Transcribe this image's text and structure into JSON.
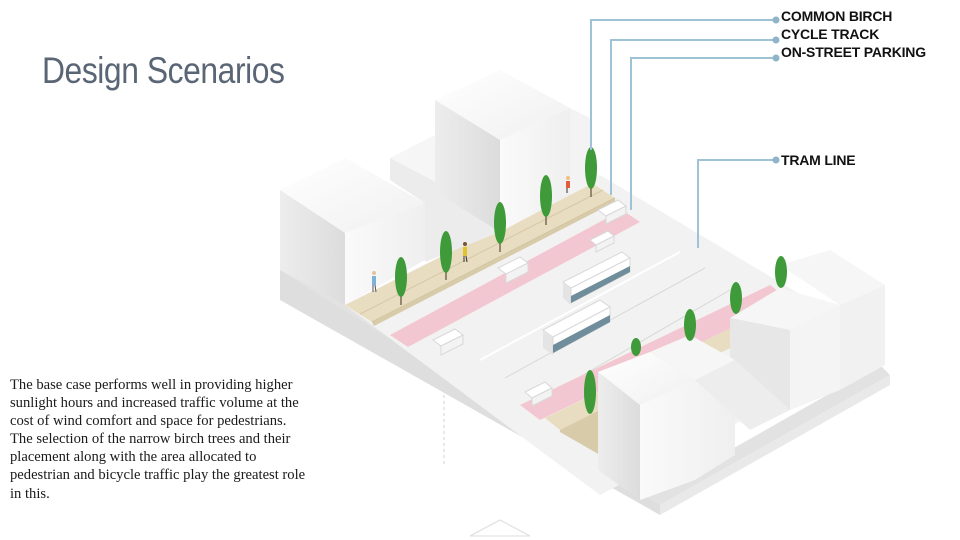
{
  "slide": {
    "title": "Design Scenarios",
    "description": "The base case performs well in providing higher sunlight hours and increased traffic volume at the cost of wind comfort and space for pedestrians. The selection of the narrow birch trees and their placement along with the area allocated to pedestrian and bicycle traffic play the greatest role in this."
  },
  "callouts": {
    "common_birch": "COMMON BIRCH",
    "cycle_track": "CYCLE TRACK",
    "on_street_parking": "ON-STREET PARKING",
    "tram_line": "TRAM LINE"
  },
  "colors": {
    "title": "#5a6675",
    "callout_line": "#9ec3d6",
    "callout_dot": "#8fb4c8",
    "cycle_track": "#f2c8d2",
    "sidewalk": "#e8dcc0",
    "road": "#f1f1f1",
    "building": "#f7f7f7",
    "tree": "#3f9a3a",
    "tram_stripe": "#6f8d9a"
  }
}
